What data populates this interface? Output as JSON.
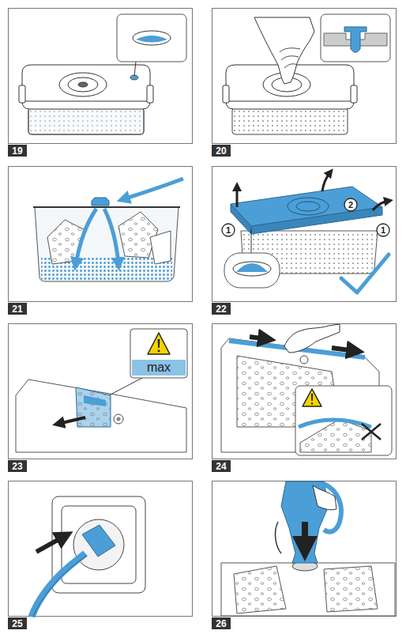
{
  "diagram": {
    "nodes": [
      {
        "text": [
          "19"
        ]
      },
      {
        "text": [
          "20"
        ]
      },
      {
        "text": [
          "21"
        ]
      },
      {
        "text": [
          "1"
        ]
      },
      {
        "text": [
          "2"
        ]
      },
      {
        "text": [
          "1"
        ]
      },
      {
        "text": [
          "22"
        ]
      },
      {
        "text": [
          "max"
        ]
      },
      {
        "text": [
          "23"
        ]
      },
      {
        "text": [
          "24"
        ]
      },
      {
        "text": [
          "25"
        ]
      },
      {
        "text": [
          "26"
        ]
      }
    ]
  }
}
